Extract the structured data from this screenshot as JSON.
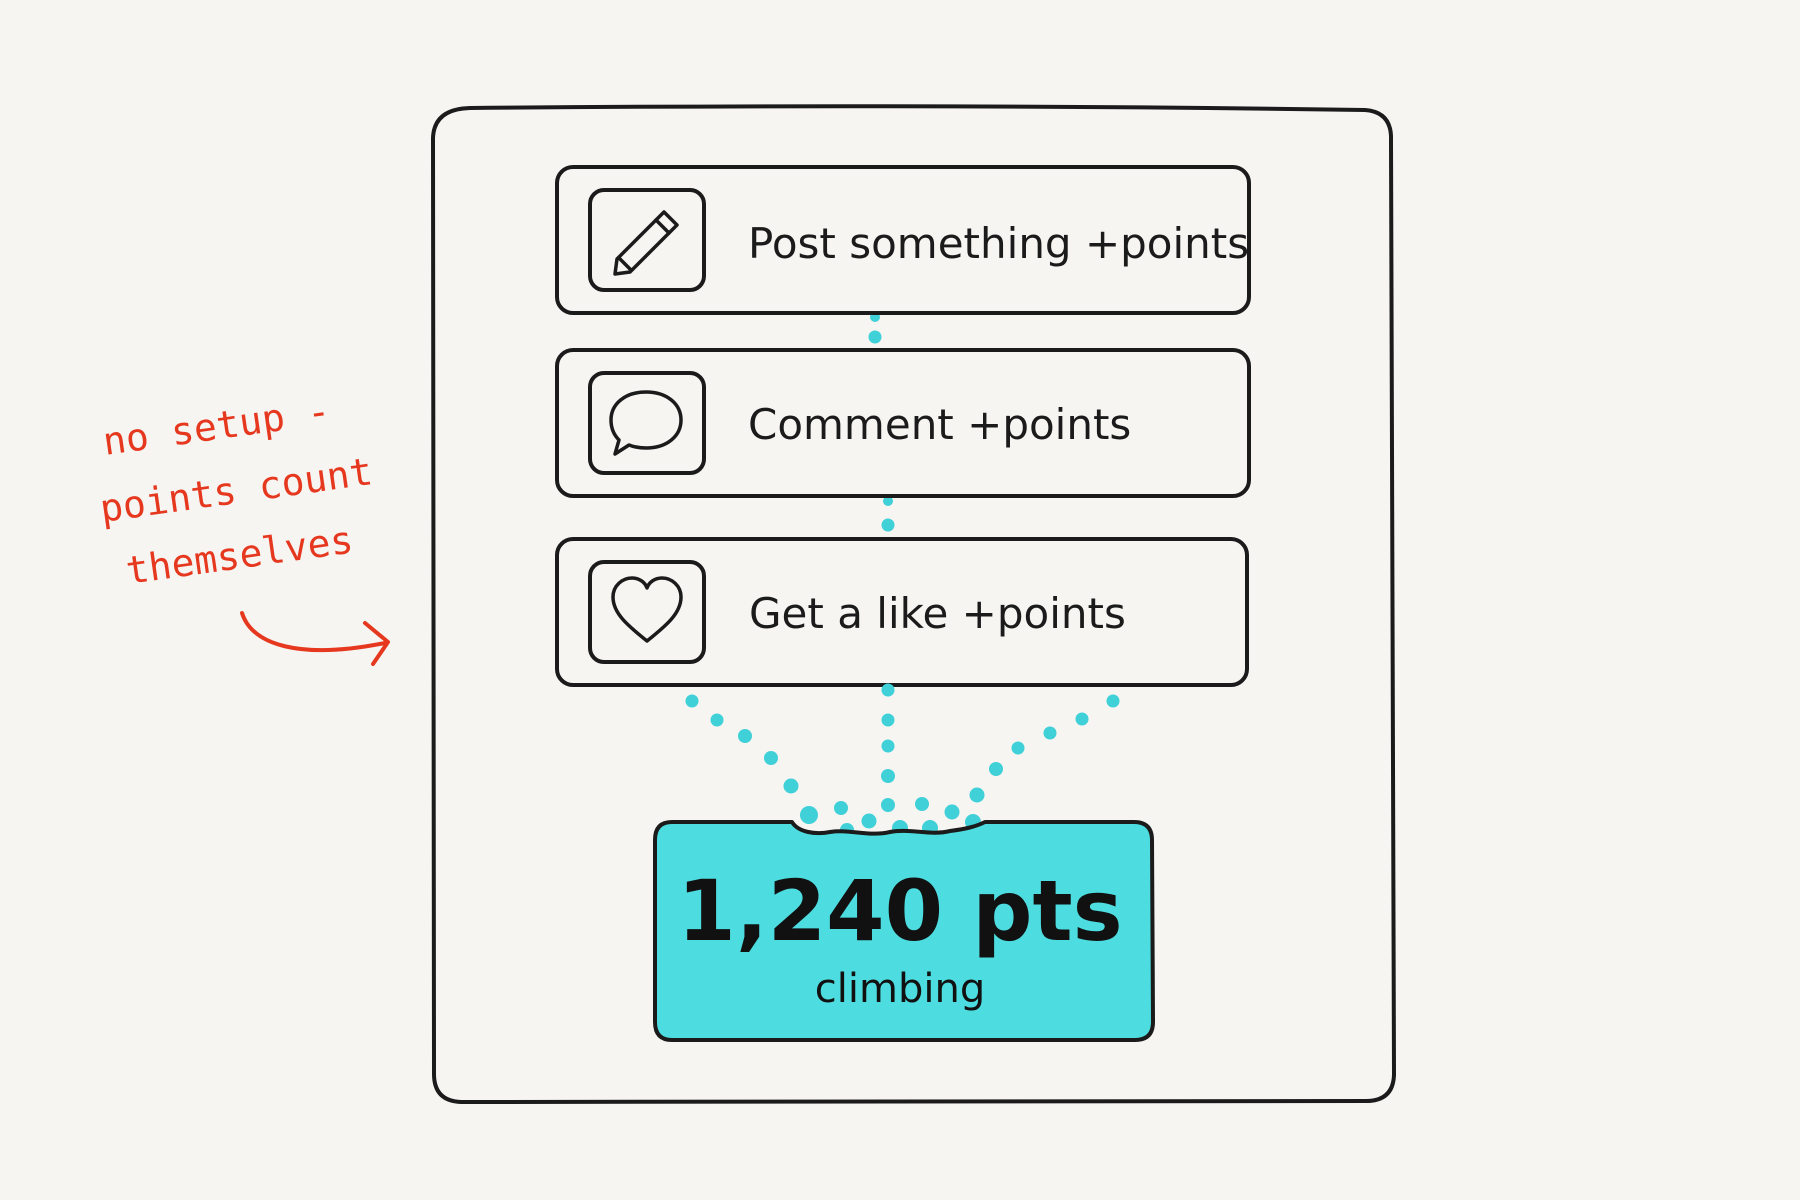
{
  "colors": {
    "ink": "#1b1b1b",
    "accent": "#4ddde0",
    "dots": "#3fd0d8",
    "annotation": "#e6381f",
    "background": "#f6f5f2"
  },
  "actions": [
    {
      "icon": "pencil-icon",
      "label": "Post something +points"
    },
    {
      "icon": "speech-bubble-icon",
      "label": "Comment +points"
    },
    {
      "icon": "heart-icon",
      "label": "Get a like +points"
    }
  ],
  "score": {
    "value": "1,240 pts",
    "status": "climbing"
  },
  "annotation": {
    "lines": [
      "no setup -",
      "points count",
      "themselves"
    ]
  }
}
